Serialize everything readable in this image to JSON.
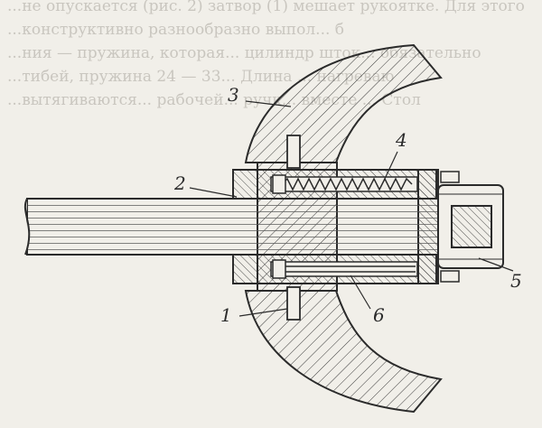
{
  "figure": {
    "bleed_text_lines": [
      "...не опускается (рис. 2) затвор (1) мешает рукоятке. Для этого",
      "...конструктивно разнообразно выпол... б",
      "...ния — пружина, которая... цилиндр шток... обязательно",
      "...тибей, пружина 24 — 33... Длина ... нагреваю",
      "...вытягиваются... рабочей... ручк... вместе ... Стол"
    ],
    "labels": {
      "part1": "1",
      "part2": "2",
      "part3": "3",
      "part4": "4",
      "part5": "5",
      "part6": "6"
    }
  }
}
